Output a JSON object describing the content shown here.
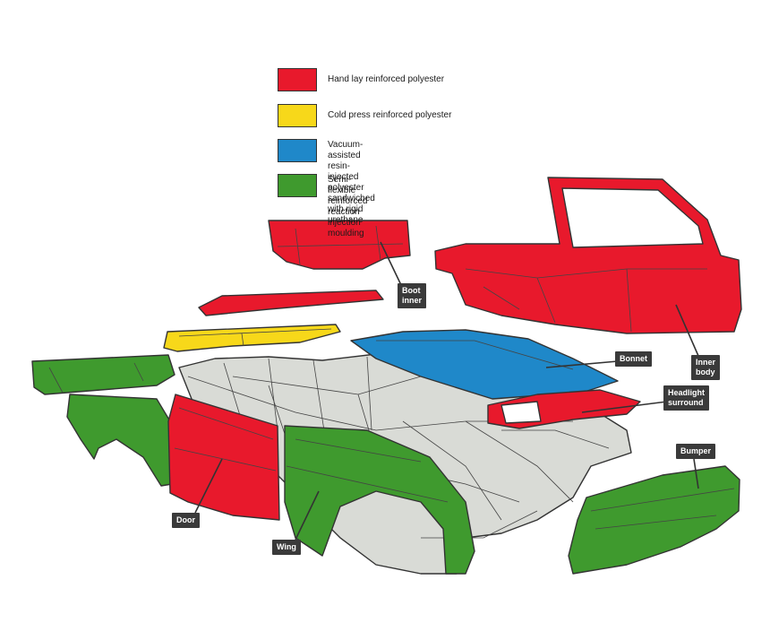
{
  "legend": [
    {
      "label": "Hand lay reinforced polyester",
      "color": "#e8192c"
    },
    {
      "label": "Cold press reinforced polyester",
      "color": "#f7d81a"
    },
    {
      "label": "Vacuum-assisted resin-injected polyester\nsandwiched with rigid urethane",
      "color": "#1f88c9"
    },
    {
      "label": "Semi-flexible reinforced reaction\ninjection moulding",
      "color": "#3f9a2e"
    }
  ],
  "callouts": {
    "boot_inner": "Boot\ninner",
    "bonnet": "Bonnet",
    "inner_body": "Inner\nbody",
    "headlight_surround": "Headlight\nsurround",
    "bumper": "Bumper",
    "door": "Door",
    "wing": "Wing"
  },
  "colors": {
    "red": "#e8192c",
    "yellow": "#f7d81a",
    "blue": "#1f88c9",
    "green": "#3f9a2e",
    "frame": "#d9dbd6",
    "outline": "#333333"
  }
}
